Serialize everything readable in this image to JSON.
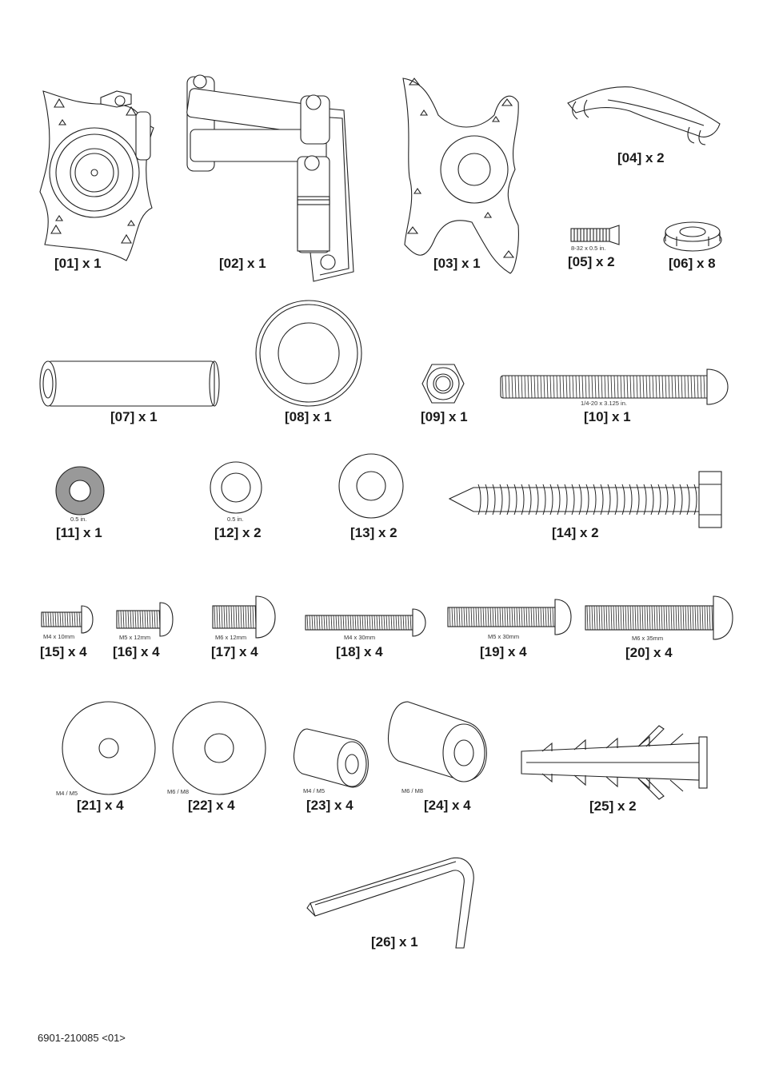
{
  "parts": [
    {
      "id": "01",
      "label": "[01] x 1"
    },
    {
      "id": "02",
      "label": "[02] x 1"
    },
    {
      "id": "03",
      "label": "[03] x 1"
    },
    {
      "id": "04",
      "label": "[04] x 2"
    },
    {
      "id": "05",
      "label": "[05] x 2",
      "caption": "8-32 x 0.5 in."
    },
    {
      "id": "06",
      "label": "[06] x 8"
    },
    {
      "id": "07",
      "label": "[07] x 1"
    },
    {
      "id": "08",
      "label": "[08] x 1"
    },
    {
      "id": "09",
      "label": "[09] x 1"
    },
    {
      "id": "10",
      "label": "[10] x 1",
      "caption": "1/4-20 x 3.125 in."
    },
    {
      "id": "11",
      "label": "[11] x 1",
      "caption": "0.5 in."
    },
    {
      "id": "12",
      "label": "[12] x 2",
      "caption": "0.5 in."
    },
    {
      "id": "13",
      "label": "[13] x 2"
    },
    {
      "id": "14",
      "label": "[14] x 2"
    },
    {
      "id": "15",
      "label": "[15] x 4",
      "caption": "M4 x 10mm"
    },
    {
      "id": "16",
      "label": "[16] x 4",
      "caption": "M5 x 12mm"
    },
    {
      "id": "17",
      "label": "[17] x 4",
      "caption": "M6 x 12mm"
    },
    {
      "id": "18",
      "label": "[18] x 4",
      "caption": "M4 x 30mm"
    },
    {
      "id": "19",
      "label": "[19] x 4",
      "caption": "M5 x 30mm"
    },
    {
      "id": "20",
      "label": "[20] x 4",
      "caption": "M6 x 35mm"
    },
    {
      "id": "21",
      "label": "[21] x 4",
      "caption": "M4 / M5"
    },
    {
      "id": "22",
      "label": "[22] x 4",
      "caption": "M6 / M8"
    },
    {
      "id": "23",
      "label": "[23] x 4",
      "caption": "M4 / M5"
    },
    {
      "id": "24",
      "label": "[24] x 4",
      "caption": "M6 / M8"
    },
    {
      "id": "25",
      "label": "[25] x 2"
    },
    {
      "id": "26",
      "label": "[26] x 1"
    }
  ],
  "footer": {
    "code": "6901-210085 <01>"
  }
}
